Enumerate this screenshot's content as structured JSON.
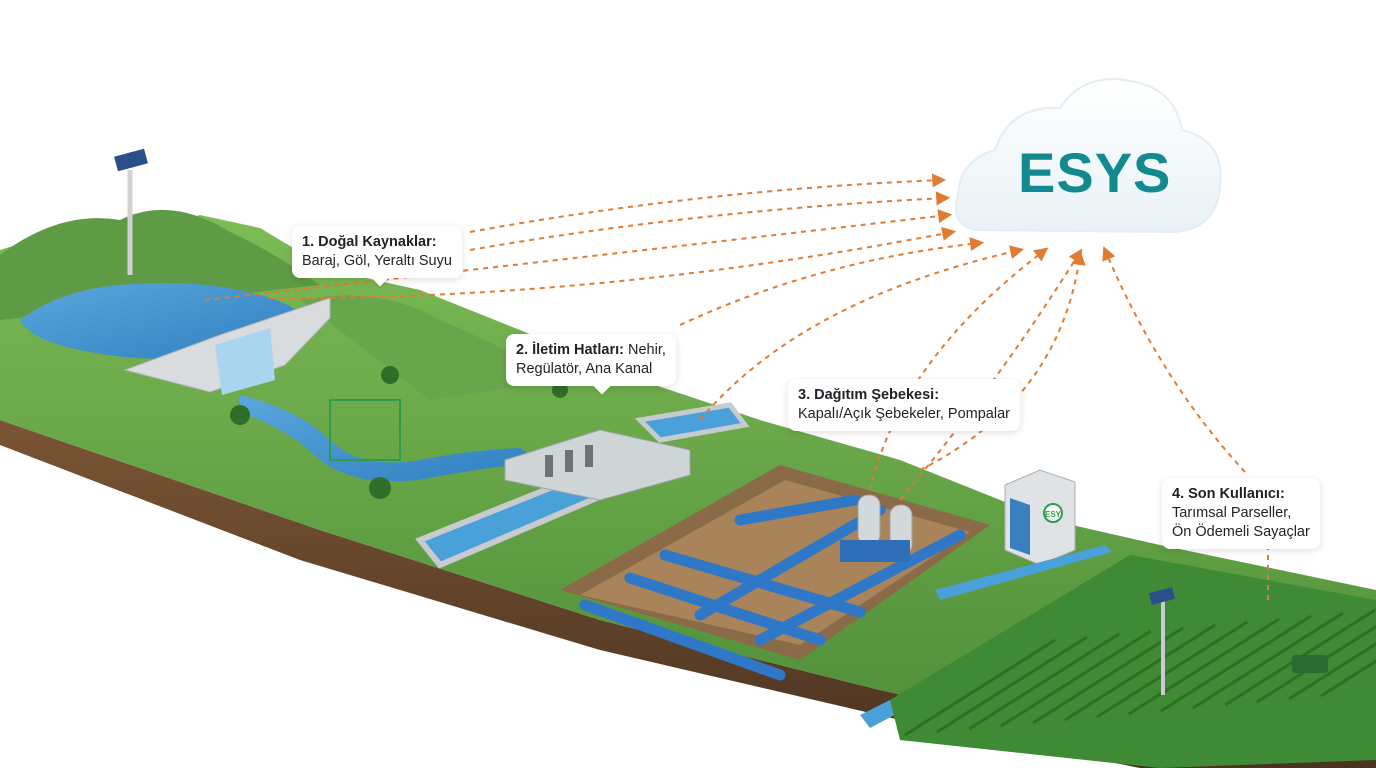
{
  "cloud": {
    "label": "ESYS"
  },
  "callouts": {
    "c1": {
      "title": "1. Doğal Kaynaklar:",
      "line1": "Baraj, Göl, Yeraltı Suyu"
    },
    "c2": {
      "title": "2. İletim Hatları:",
      "title_rest": " Nehir,",
      "line1": "Regülatör, Ana Kanal"
    },
    "c3": {
      "title": "3. Dağıtım Şebekesi:",
      "line1": "Kapalı/Açık Şebekeler, Pompalar"
    },
    "c4": {
      "title": "4. Son Kullanıcı:",
      "line1": "Tarımsal Parseller,",
      "line2": "Ön Ödemeli Sayaçlar"
    }
  },
  "station": {
    "logo": "ESY"
  },
  "colors": {
    "arrow": "#e07b32",
    "brand": "#138a8f",
    "water": "#3b8fd0",
    "grass": "#6aa84f",
    "soil": "#6b4a2e",
    "pipe": "#2f78c8"
  }
}
